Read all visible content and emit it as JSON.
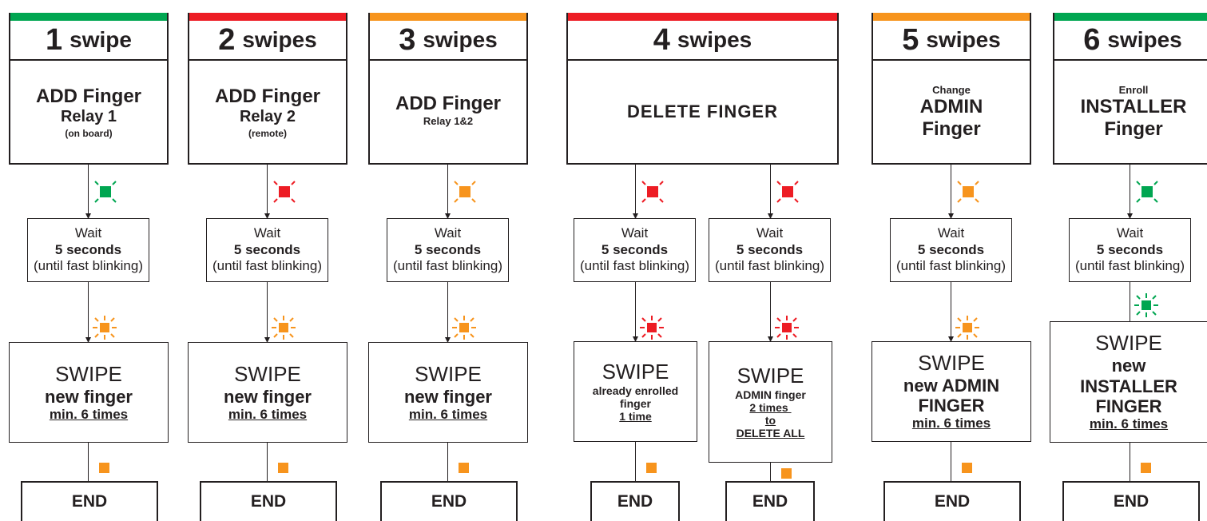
{
  "colors": {
    "green": "#00a651",
    "red": "#ed1c24",
    "orange": "#f7941d",
    "ink": "#231f20"
  },
  "wait": {
    "line1": "Wait",
    "line2": "5 seconds",
    "line3": "(until fast blinking)"
  },
  "end_label": "END",
  "columns": [
    {
      "num": "1",
      "word": "swipes_singular",
      "title_word": "swipe",
      "color": "green",
      "body": [
        "ADD Finger",
        "Relay 1",
        "(on board)"
      ],
      "led_wait": "green",
      "led_swipe": "orange",
      "led_end": "orange",
      "swipe": {
        "title": "SWIPE",
        "text": "new finger",
        "underline": "min. 6 times"
      }
    },
    {
      "num": "2",
      "title_word": "swipes",
      "color": "red",
      "body": [
        "ADD Finger",
        "Relay 2",
        "(remote)"
      ],
      "led_wait": "red",
      "led_swipe": "orange",
      "led_end": "orange",
      "swipe": {
        "title": "SWIPE",
        "text": "new finger",
        "underline": "min. 6 times"
      }
    },
    {
      "num": "3",
      "title_word": "swipes",
      "color": "orange",
      "body": [
        "ADD Finger",
        "Relay 1&2"
      ],
      "led_wait": "orange",
      "led_swipe": "orange",
      "led_end": "orange",
      "swipe": {
        "title": "SWIPE",
        "text": "new finger",
        "underline": "min. 6 times"
      }
    },
    {
      "num": "4",
      "title_word": "swipes",
      "color": "red",
      "body": [
        "DELETE FINGER"
      ],
      "branches": [
        {
          "led_wait": "red",
          "led_swipe": "red",
          "led_end": "orange",
          "swipe": {
            "title": "SWIPE",
            "text1": "already enrolled",
            "text2": "finger",
            "underline": "1 time"
          }
        },
        {
          "led_wait": "red",
          "led_swipe": "red",
          "led_end": "orange",
          "swipe": {
            "title": "SWIPE",
            "text1": "ADMIN finger",
            "underline1": "2 times ",
            "underline2": "to",
            "underline3": "DELETE ALL"
          }
        }
      ]
    },
    {
      "num": "5",
      "title_word": "swipes",
      "color": "orange",
      "body": [
        "Change",
        "ADMIN",
        "Finger"
      ],
      "led_wait": "orange",
      "led_swipe": "orange",
      "led_end": "orange",
      "swipe": {
        "title": "SWIPE",
        "text1": "new ADMIN",
        "text2": "FINGER",
        "underline": "min. 6 times"
      }
    },
    {
      "num": "6",
      "title_word": "swipes",
      "color": "green",
      "body": [
        "Enroll",
        "INSTALLER",
        "Finger"
      ],
      "led_wait": "green",
      "led_swipe": "green",
      "led_end": "orange",
      "swipe": {
        "title": "SWIPE",
        "text1": "new",
        "text2": "INSTALLER",
        "text3": "FINGER",
        "underline": "min. 6 times"
      }
    }
  ]
}
